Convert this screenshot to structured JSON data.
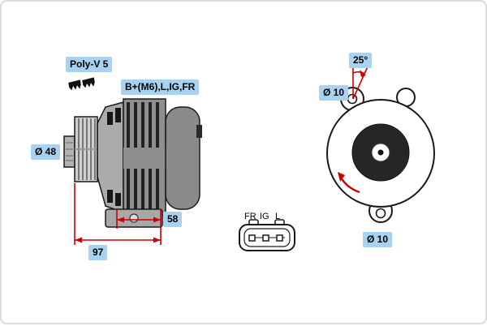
{
  "colors": {
    "highlight": "#a8d2f0",
    "dimension": "#cc0000",
    "outline": "#1a1a1a"
  },
  "side_view": {
    "belt_type_label": "Poly-V 5",
    "terminals_label": "B+(M6),L,IG,FR",
    "pulley_diameter_label": "Ø 48",
    "depth_dimension": "58",
    "width_dimension": "97"
  },
  "rear_view": {
    "angle_label": "25°",
    "top_hole_label": "Ø 10",
    "bottom_hole_label": "Ø 10"
  },
  "connector": {
    "pin_labels": [
      "FR",
      "IG",
      "L"
    ]
  }
}
